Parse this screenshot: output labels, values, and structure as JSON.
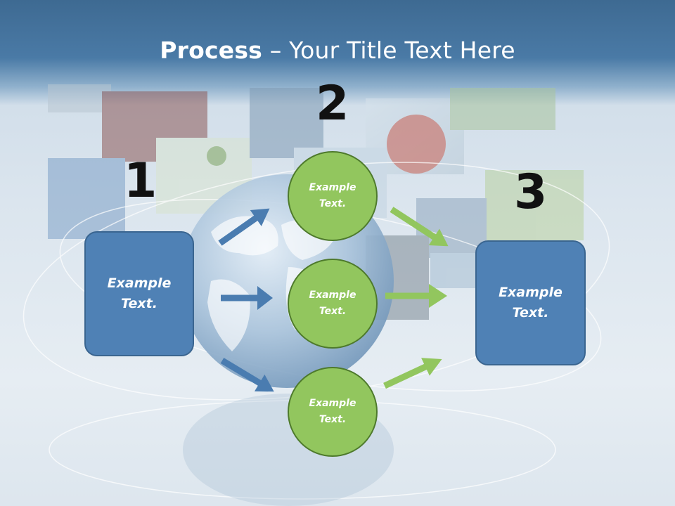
{
  "slide": {
    "title_bold": "Process",
    "title_rest": " – Your Title Text Here"
  },
  "steps": {
    "step1": {
      "number": "1",
      "box_text": "Example Text."
    },
    "step2": {
      "number": "2",
      "circles": [
        "Example Text.",
        "Example Text.",
        "Example Text."
      ]
    },
    "step3": {
      "number": "3",
      "box_text": "Example Text."
    }
  },
  "colors": {
    "header": "#4a7aa6",
    "box_fill": "#4f81b5",
    "circle_fill": "#92c65e",
    "blue_arrow": "#4a7cb0",
    "green_arrow": "#92c65e"
  }
}
